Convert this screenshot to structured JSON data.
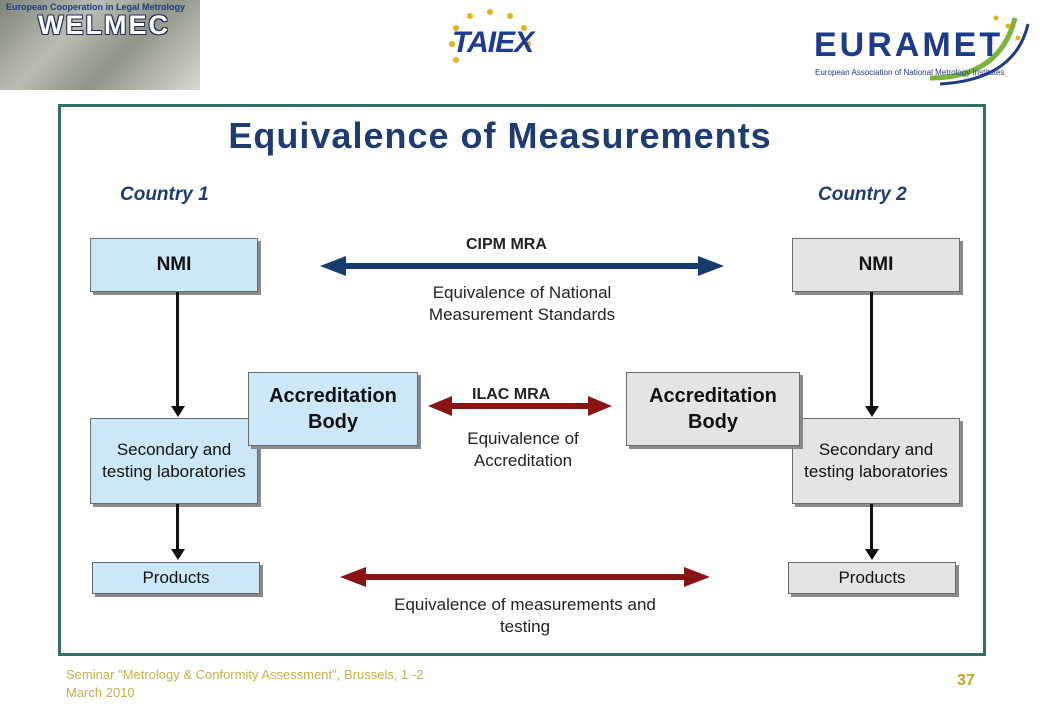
{
  "header": {
    "welmec": {
      "tagline": "European Cooperation in Legal Metrology",
      "name": "WELMEC"
    },
    "taiex": {
      "name": "TAIEX"
    },
    "euramet": {
      "name": "EURAMET",
      "subtitle": "European Association of National Metrology Institutes"
    }
  },
  "diagram": {
    "title": "Equivalence of Measurements",
    "countries": [
      "Country 1",
      "Country 2"
    ],
    "nmi_label": "NMI",
    "accreditation_label": "Accreditation Body",
    "labs_label": "Secondary and testing laboratories",
    "products_label": "Products",
    "cipm": {
      "name": "CIPM  MRA",
      "description": "Equivalence of National Measurement Standards"
    },
    "ilac": {
      "name": "ILAC  MRA",
      "description": "Equivalence of Accreditation"
    },
    "measurements": {
      "description": "Equivalence of measurements and testing"
    },
    "colors": {
      "cipm_arrow": "#163c6e",
      "ilac_arrow": "#8a1414",
      "box_country1": "#cce8f8",
      "box_country2": "#e4e4e4",
      "frame": "#2e6f6a",
      "title": "#1e3b72"
    }
  },
  "footer": {
    "seminar": "Seminar \"Metrology & Conformity Assessment\", Brussels, 1 -2 March 2010",
    "page_number": "37"
  }
}
